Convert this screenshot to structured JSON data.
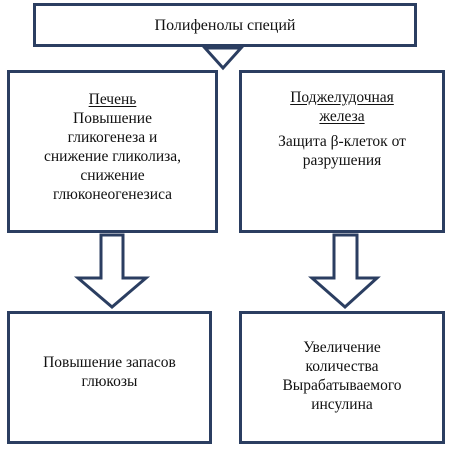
{
  "top": {
    "title": "Полифенолы специй"
  },
  "liver": {
    "title": "Печень",
    "lines": [
      "Повышение",
      "гликогенеза и",
      "снижение гликолиза,",
      "снижение",
      "глюконеогенезиса"
    ]
  },
  "pancreas": {
    "title_lines": [
      "Поджелудочная",
      "железа"
    ],
    "lines": [
      "Защита β-клеток от",
      "разрушения"
    ]
  },
  "glucose": {
    "lines": [
      "Повышение запасов",
      "глюкозы"
    ]
  },
  "insulin": {
    "lines": [
      "Увеличение",
      "количества",
      "Вырабатываемого",
      "инсулина"
    ]
  },
  "colors": {
    "border": "#2b3e61",
    "fill": "#ffffff"
  }
}
